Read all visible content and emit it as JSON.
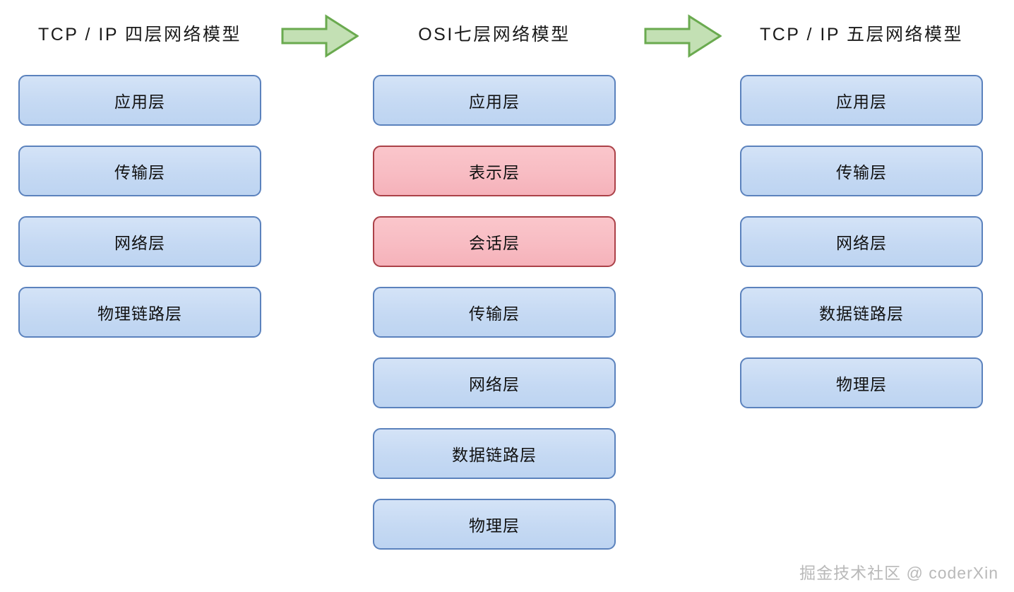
{
  "page": {
    "background": "#ffffff",
    "watermark": "掘金技术社区 @ coderXin"
  },
  "colors": {
    "blue_fill": "#c5d9f3",
    "blue_border": "#5b82bd",
    "pink_fill": "#f8bcc3",
    "pink_border": "#ab4148",
    "arrow_fill": "#c3e0b4",
    "arrow_border": "#6aaa4f",
    "title_text": "#1a1a1a",
    "watermark_text": "#b9b9b9"
  },
  "columns": [
    {
      "id": "tcpip-four-layer",
      "title": "TCP / IP 四层网络模型",
      "layers": [
        {
          "label": "应用层",
          "variant": "blue"
        },
        {
          "label": "传输层",
          "variant": "blue"
        },
        {
          "label": "网络层",
          "variant": "blue"
        },
        {
          "label": "物理链路层",
          "variant": "blue"
        }
      ]
    },
    {
      "id": "osi-seven-layer",
      "title": "OSI七层网络模型",
      "layers": [
        {
          "label": "应用层",
          "variant": "blue"
        },
        {
          "label": "表示层",
          "variant": "pink"
        },
        {
          "label": "会话层",
          "variant": "pink"
        },
        {
          "label": "传输层",
          "variant": "blue"
        },
        {
          "label": "网络层",
          "variant": "blue"
        },
        {
          "label": "数据链路层",
          "variant": "blue"
        },
        {
          "label": "物理层",
          "variant": "blue"
        }
      ]
    },
    {
      "id": "tcpip-five-layer",
      "title": "TCP / IP 五层网络模型",
      "layers": [
        {
          "label": "应用层",
          "variant": "blue"
        },
        {
          "label": "传输层",
          "variant": "blue"
        },
        {
          "label": "网络层",
          "variant": "blue"
        },
        {
          "label": "数据链路层",
          "variant": "blue"
        },
        {
          "label": "物理层",
          "variant": "blue"
        }
      ]
    }
  ],
  "arrows": [
    {
      "id": "arrow-col1-to-col2",
      "direction": "right"
    },
    {
      "id": "arrow-col2-to-col3",
      "direction": "right"
    }
  ]
}
